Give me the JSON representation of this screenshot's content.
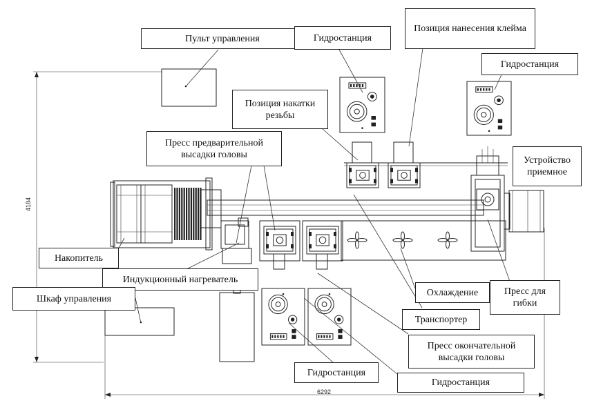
{
  "labels": {
    "pult": "Пульт управления",
    "hydro_top_left": "Гидростанция",
    "marking": "Позиция нанесения клейма",
    "hydro_top_right": "Гидростанция",
    "thread": "Позиция накатки резьбы",
    "prepress": "Пресс предварительной высадки головы",
    "receiver": "Устройство приемное",
    "accumulator": "Накопитель",
    "induction": "Индукционный нагреватель",
    "cabinet": "Шкаф управления",
    "cooling": "Охлаждение",
    "bending": "Пресс для гибки",
    "conveyor": "Транспортер",
    "final_press": "Пресс окончательной высадки головы",
    "hydro_bottom_mid": "Гидростанция",
    "hydro_bottom_right": "Гидростанция"
  },
  "dimensions": {
    "height": "4184",
    "width": "6292"
  }
}
